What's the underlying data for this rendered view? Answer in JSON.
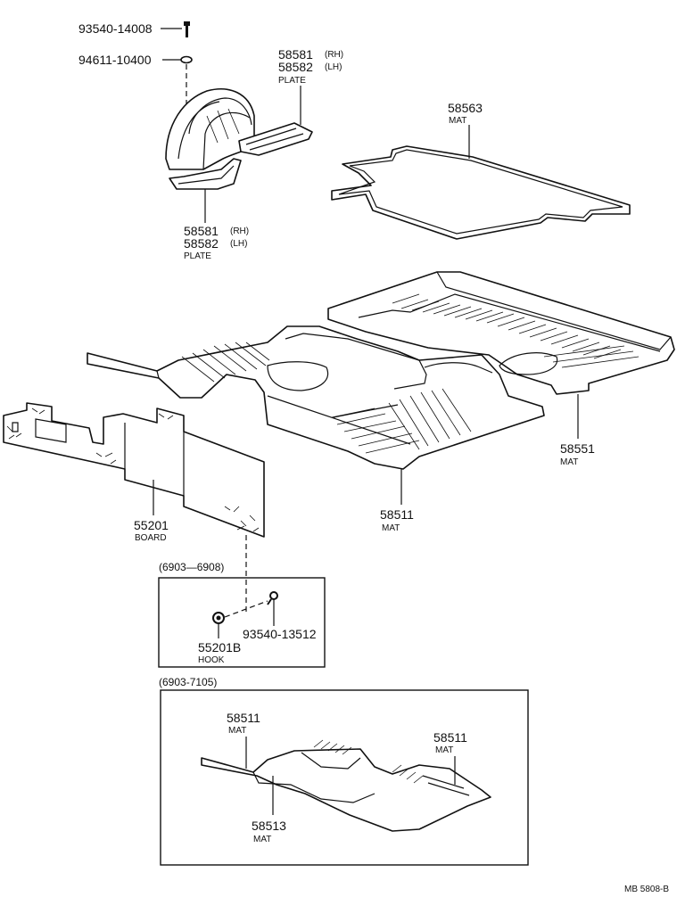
{
  "diagram": {
    "callouts": {
      "screw_top": "93540-14008",
      "washer": "94611-10400",
      "plate_upper_rh": "58581",
      "plate_upper_rh_side": "(RH)",
      "plate_upper_lh": "58582",
      "plate_upper_lh_side": "(LH)",
      "plate_upper_name": "PLATE",
      "mat_rear_top": "58563",
      "mat_rear_top_name": "MAT",
      "plate_lower_rh": "58581",
      "plate_lower_rh_side": "(RH)",
      "plate_lower_lh": "58582",
      "plate_lower_lh_side": "(LH)",
      "plate_lower_name": "PLATE",
      "mat_rear": "58551",
      "mat_rear_name": "MAT",
      "board": "55201",
      "board_name": "BOARD",
      "mat_front": "58511",
      "mat_front_name": "MAT",
      "hook": "55201B",
      "hook_name": "HOOK",
      "screw_hook": "93540-13512",
      "inset_mat_left": "58511",
      "inset_mat_left_name": "MAT",
      "inset_mat_right": "58511",
      "inset_mat_right_name": "MAT",
      "inset_mat_mid": "58513",
      "inset_mat_mid_name": "MAT"
    },
    "insets": {
      "hook_range": "(6903—6908)",
      "mat_range": "(6903-7105)"
    },
    "footer_code": "MB 5808-B"
  }
}
